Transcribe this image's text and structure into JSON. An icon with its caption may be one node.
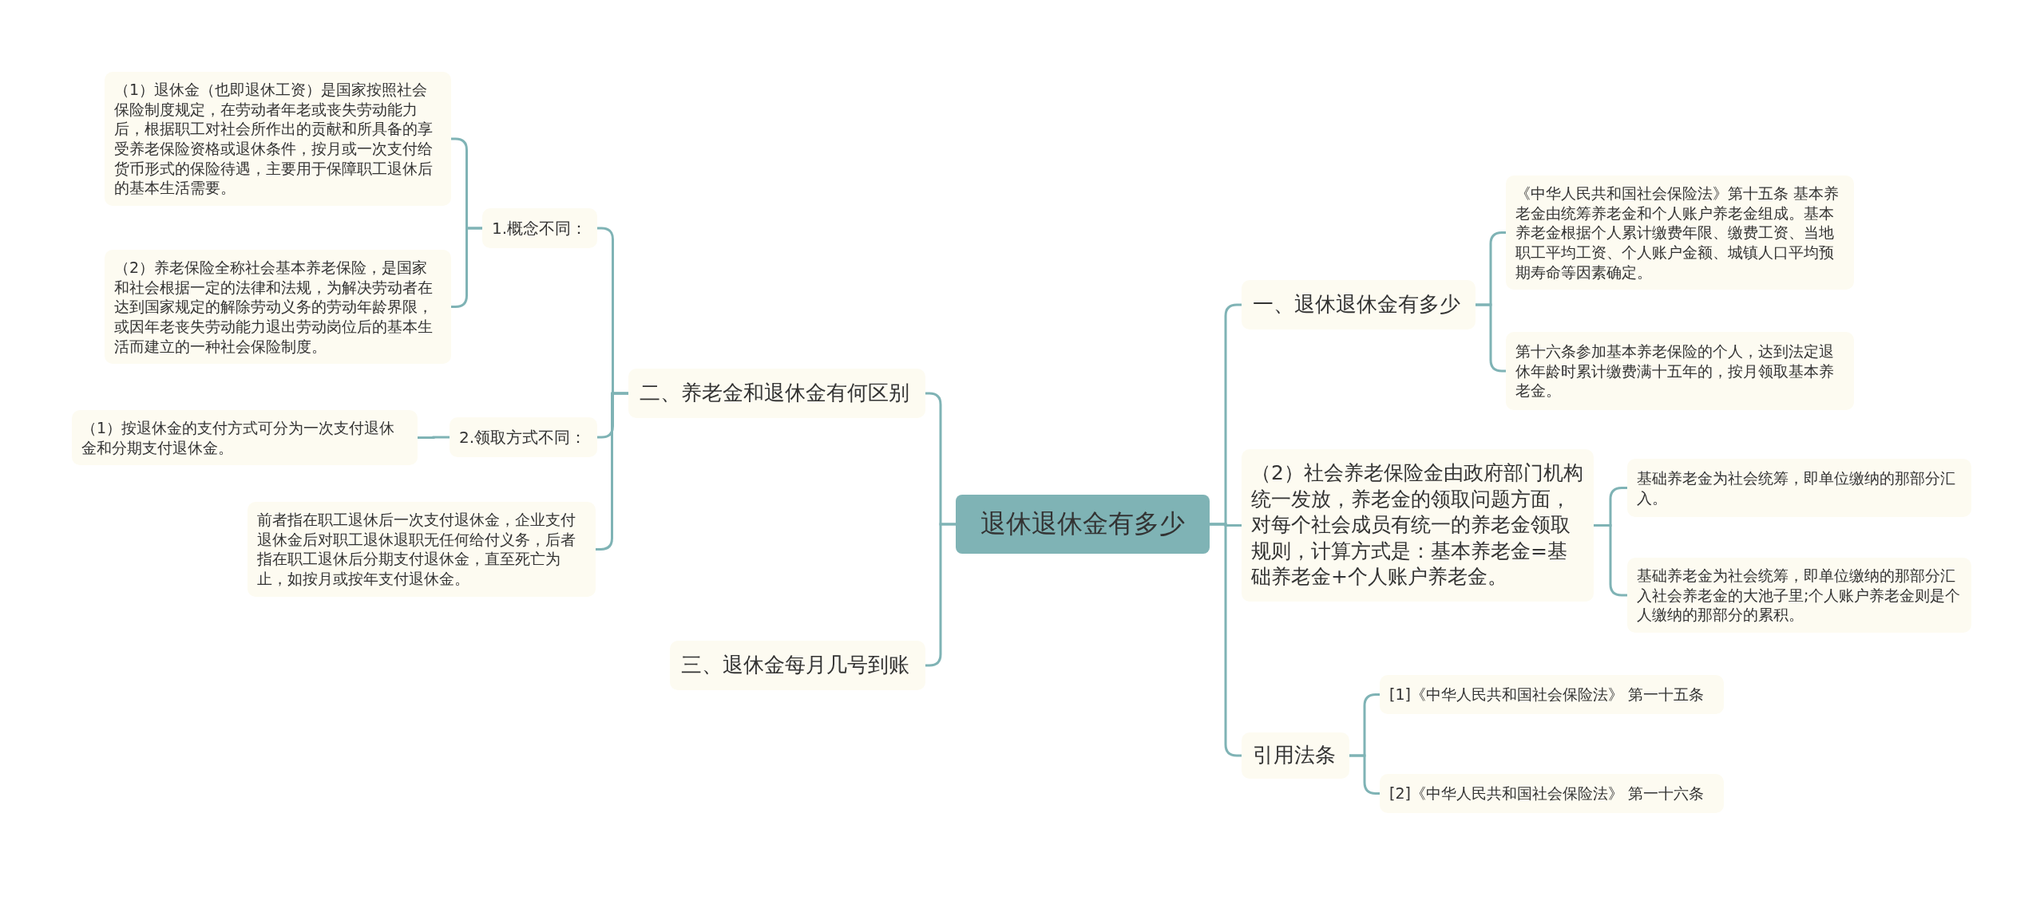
{
  "diagram": {
    "nodes": [
      {
        "text": [
          "退休退休金有多少"
        ]
      },
      {
        "text": [
          "一、退休退休金有多少"
        ]
      },
      {
        "text": [
          "《中华人民共和国社会保险法》第十五条 基本养老金由统筹养老金和个人账户养老金组成。基本养老金根据个人累计缴费年限、缴费工资、当地职工平均工资、个人账户金额、城镇人口平均预期寿命等因素确定。"
        ]
      },
      {
        "text": [
          "第十六条参加基本养老保险的个人，达到法定退休年龄时累计缴费满十五年的，按月领取基本养老金。"
        ]
      },
      {
        "text": [
          "（2）社会养老保险金由政府部门机构统一发放，养老金的领取问题方面，对每个社会成员有统一的养老金领取规则，计算方式是：基本养老金=基础养老金+个人账户养老金。"
        ]
      },
      {
        "text": [
          "基础养老金为社会统筹，即单位缴纳的那部分汇入。"
        ]
      },
      {
        "text": [
          "基础养老金为社会统筹，即单位缴纳的那部分汇入社会养老金的大池子里;个人账户养老金则是个人缴纳的那部分的累积。"
        ]
      },
      {
        "text": [
          "引用法条"
        ]
      },
      {
        "text": [
          "[1]《中华人民共和国社会保险法》 第一十五条"
        ]
      },
      {
        "text": [
          "[2]《中华人民共和国社会保险法》 第一十六条"
        ]
      },
      {
        "text": [
          "二、养老金和退休金有何区别"
        ]
      },
      {
        "text": [
          "1.概念不同："
        ]
      },
      {
        "text": [
          "（1）退休金（也即退休工资）是国家按照社会保险制度规定，在劳动者年老或丧失劳动能力后，根据职工对社会所作出的贡献和所具备的享受养老保险资格或退休条件，按月或一次支付给货币形式的保险待遇，主要用于保障职工退休后的基本生活需要。"
        ]
      },
      {
        "text": [
          "（2）养老保险全称社会基本养老保险，是国家和社会根据一定的法律和法规，为解决劳动者在达到国家规定的解除劳动义务的劳动年龄界限，或因年老丧失劳动能力退出劳动岗位后的基本生活而建立的一种社会保险制度。"
        ]
      },
      {
        "text": [
          "2.领取方式不同："
        ]
      },
      {
        "text": [
          "（1）按退休金的支付方式可分为一次支付退休金和分期支付退休金。"
        ]
      },
      {
        "text": [
          "前者指在职工退休后一次支付退休金，企业支付退休金后对职工退休退职无任何给付义务，后者指在职工退休后分期支付退休金，直至死亡为止，如按月或按年支付退休金。"
        ]
      },
      {
        "text": [
          "三、退休金每月几号到账"
        ]
      }
    ],
    "edges": [
      {
        "from": 0,
        "to": 1,
        "arrow": "none"
      },
      {
        "from": 1,
        "to": 2,
        "arrow": "none"
      },
      {
        "from": 1,
        "to": 3,
        "arrow": "none"
      },
      {
        "from": 0,
        "to": 4,
        "arrow": "none"
      },
      {
        "from": 4,
        "to": 5,
        "arrow": "none"
      },
      {
        "from": 4,
        "to": 6,
        "arrow": "none"
      },
      {
        "from": 0,
        "to": 7,
        "arrow": "none"
      },
      {
        "from": 7,
        "to": 8,
        "arrow": "none"
      },
      {
        "from": 7,
        "to": 9,
        "arrow": "none"
      },
      {
        "from": 0,
        "to": 10,
        "arrow": "none"
      },
      {
        "from": 10,
        "to": 11,
        "arrow": "none"
      },
      {
        "from": 11,
        "to": 12,
        "arrow": "none"
      },
      {
        "from": 11,
        "to": 13,
        "arrow": "none"
      },
      {
        "from": 10,
        "to": 14,
        "arrow": "none"
      },
      {
        "from": 14,
        "to": 15,
        "arrow": "none"
      },
      {
        "from": 10,
        "to": 16,
        "arrow": "none"
      },
      {
        "from": 0,
        "to": 17,
        "arrow": "none"
      }
    ]
  }
}
